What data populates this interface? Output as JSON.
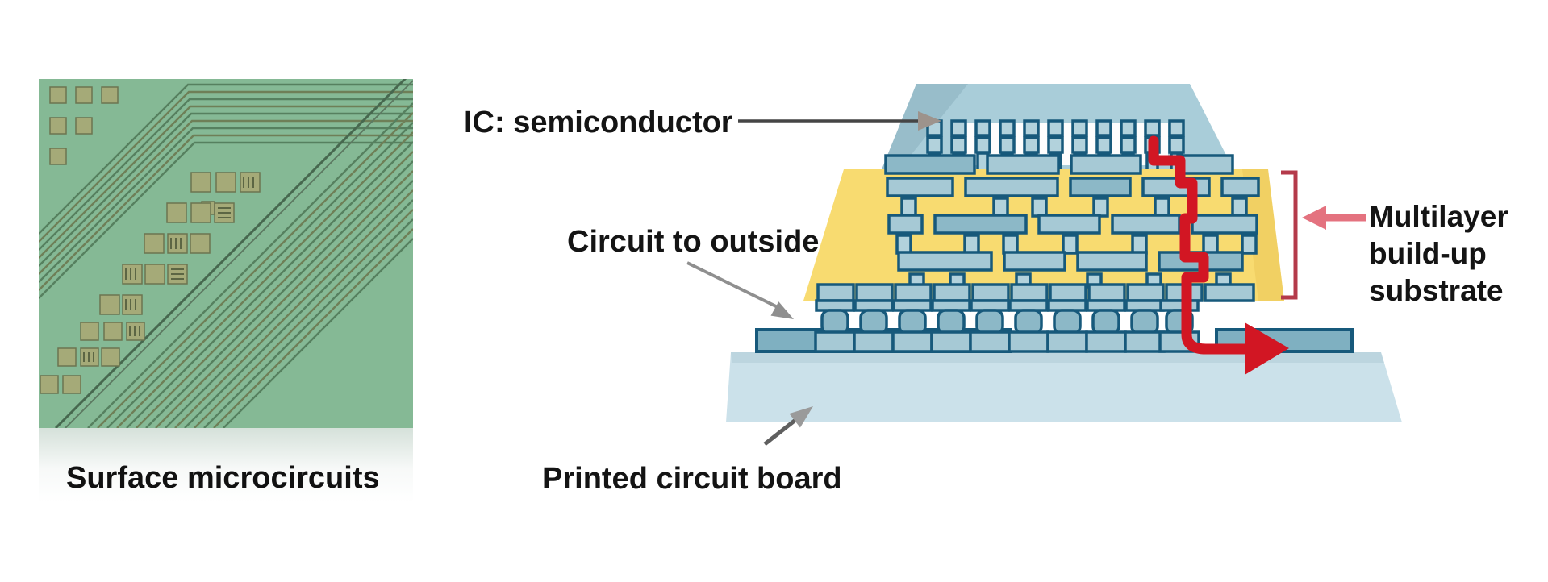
{
  "figure": {
    "caption_left": "Surface microcircuits",
    "labels": {
      "ic": "IC: semiconductor",
      "circuit_to_outside": "Circuit to outside",
      "multilayer_substrate": "Multilayer build-up substrate",
      "printed_circuit_board": "Printed circuit board"
    },
    "colors": {
      "pcb_photo_green": "#7cb48d",
      "trace_olive": "#56805f",
      "trace_brown": "#6e7f57",
      "pad_tan": "#a5aa78",
      "chip_blue": "#a9cdd9",
      "metal_fill": "#a6c9d5",
      "metal_stroke": "#17597b",
      "substrate_yellow": "#f8db70",
      "board_blue": "#cbe1ea",
      "signal_red": "#d21623",
      "arrow_pink": "#e4727f",
      "bracket_red": "#b43a4a",
      "arrow_gray": "#8f8f8f"
    }
  }
}
